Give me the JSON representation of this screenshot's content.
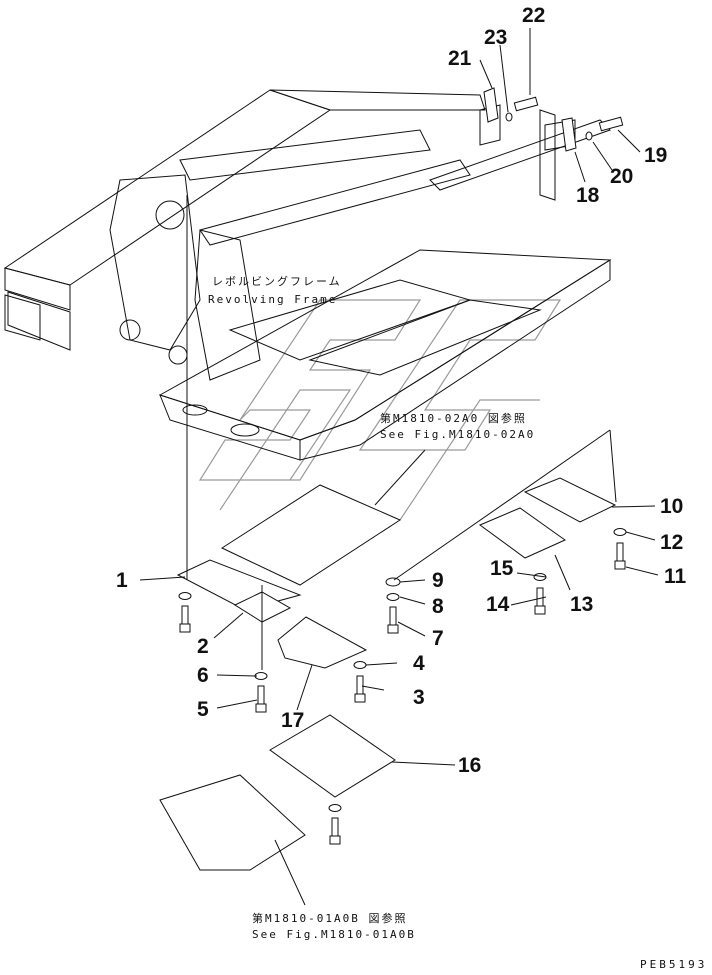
{
  "drawing": {
    "title_jp": "レボルビングフレーム",
    "title_en": "Revolving Frame",
    "code": "PEB5193",
    "watermark": "SC"
  },
  "references": [
    {
      "id": "ref-02a0",
      "line_jp": "第M1810-02A0 図参照",
      "line_en": "See Fig.M1810-02A0"
    },
    {
      "id": "ref-01a0b",
      "line_jp": "第M1810-01A0B 図参照",
      "line_en": "See Fig.M1810-01A0B"
    }
  ],
  "callouts": [
    "1",
    "2",
    "3",
    "4",
    "5",
    "6",
    "7",
    "8",
    "9",
    "10",
    "11",
    "12",
    "13",
    "14",
    "15",
    "16",
    "17",
    "18",
    "19",
    "20",
    "21",
    "22",
    "23"
  ],
  "colors": {
    "line": "#111111",
    "watermark": "#9a9a9a",
    "background": "#ffffff"
  }
}
